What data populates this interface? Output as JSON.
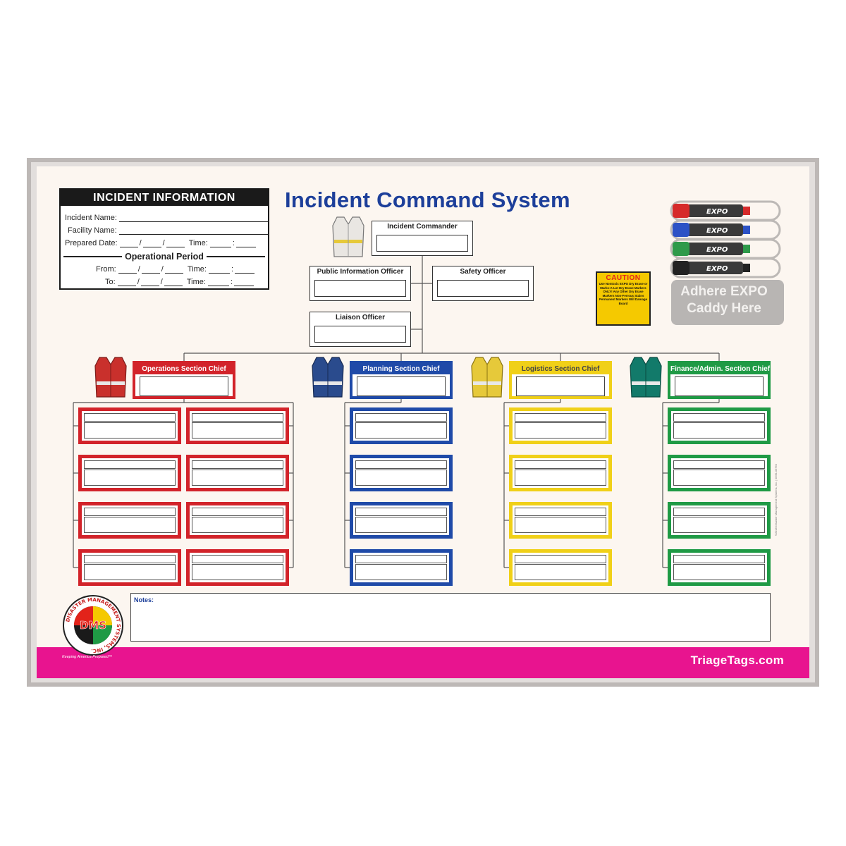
{
  "header": {
    "title": "Incident Command System"
  },
  "incident_info": {
    "title": "INCIDENT INFORMATION",
    "incident_name_label": "Incident Name:",
    "facility_name_label": "Facility Name:",
    "prepared_date_label": "Prepared Date:",
    "time_label": "Time:",
    "operational_period_label": "Operational Period",
    "from_label": "From:",
    "to_label": "To:",
    "date_sep": "/",
    "time_sep": ":"
  },
  "command_staff": {
    "incident_commander": "Incident Commander",
    "public_information_officer": "Public Information Officer",
    "safety_officer": "Safety Officer",
    "liaison_officer": "Liaison Officer"
  },
  "sections": [
    {
      "label": "Operations Section Chief",
      "color": "#d2232a",
      "vest_color": "#c9302c"
    },
    {
      "label": "Planning Section Chief",
      "color": "#1f4aa8",
      "vest_color": "#2a4b8d"
    },
    {
      "label": "Logistics Section Chief",
      "color": "#f0d018",
      "vest_color": "#e6c93a"
    },
    {
      "label": "Finance/Admin. Section Chief",
      "color": "#1f9a45",
      "vest_color": "#127a6a"
    }
  ],
  "caution": {
    "title": "CAUTION",
    "text": "Use Nontoxic EXPO Dry Erase or Marks-A-Lot Dry Erase Markers ONLY! Any Other Dry Erase Markers Non-Ferrous Stains Permanent Markers Will Damage Board"
  },
  "expo_caddy": {
    "line1": "Adhere EXPO",
    "line2": "Caddy Here",
    "marker_brand": "EXPO",
    "marker_colors": [
      "#d62a2a",
      "#2c52c6",
      "#2e9a4a",
      "#222222"
    ]
  },
  "notes": {
    "label": "Notes:"
  },
  "footer": {
    "url": "TriageTags.com",
    "tagline": "Keeping America Prepared™"
  },
  "logo": {
    "text": "DMS",
    "ring_text": "DISASTER MANAGEMENT SYSTEMS, INC."
  },
  "copyright": "©2018 Disaster Management Systems, Inc. | DMS-05750"
}
